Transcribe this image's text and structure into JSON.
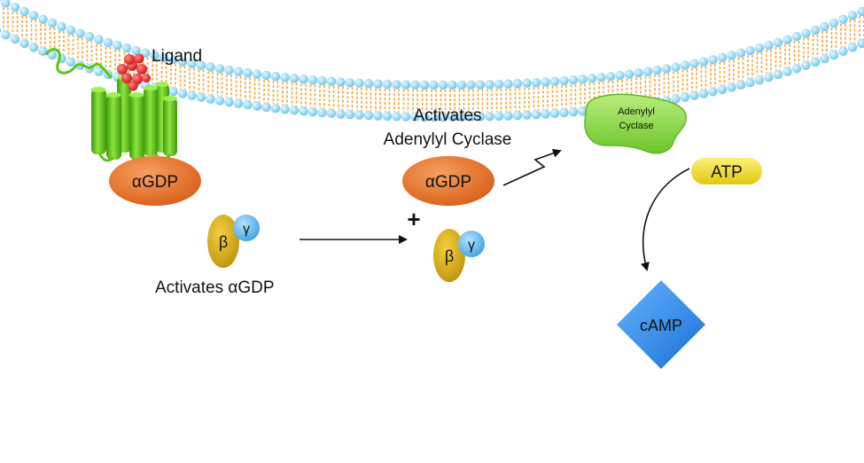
{
  "labels": {
    "ligand": "Ligand",
    "activates_line1": "Activates",
    "activates_line2": "Adenylyl Cyclase",
    "activates_alpha": "Activates αGDP",
    "alpha_gdp": "αGDP",
    "beta": "β",
    "gamma": "γ",
    "plus": "+",
    "enzyme_line1": "Adenylyl",
    "enzyme_line2": "Cyclase",
    "atp": "ATP",
    "camp": "cAMP"
  },
  "colors": {
    "membrane_head": "#8fd3f0",
    "membrane_tail": "#f2a53b",
    "receptor": "#5cc41a",
    "ligand": "#e8241c",
    "alpha_subunit": "#e8772a",
    "beta_subunit": "#d6a918",
    "gamma_subunit": "#5cb8ec",
    "enzyme": "#8fd94a",
    "atp": "#f3e01c",
    "camp": "#2f86e6"
  }
}
